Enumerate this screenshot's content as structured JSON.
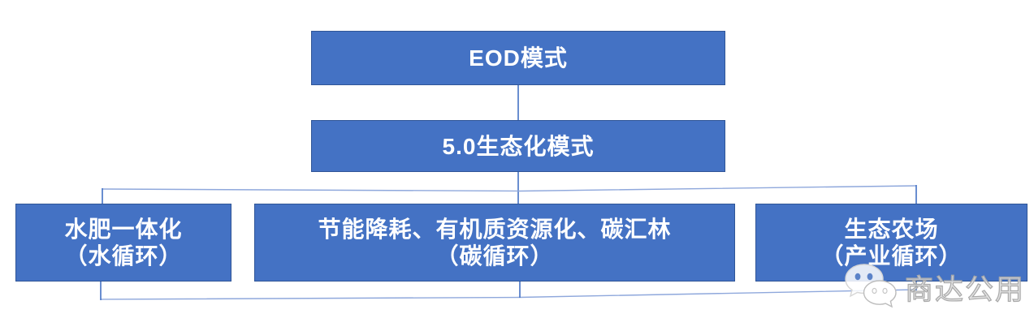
{
  "colors": {
    "box_fill": "#4472C4",
    "box_border": "#2F5597",
    "box_text": "#FFFFFF",
    "connector": "#4472C4",
    "connector_light": "#8FA8DC",
    "background": "#FFFFFF"
  },
  "diagram": {
    "root": {
      "label": "EOD模式"
    },
    "level2": {
      "label": "5.0生态化模式"
    },
    "children": [
      {
        "line1": "水肥一体化",
        "line2": "（水循环）"
      },
      {
        "line1": "节能降耗、有机质资源化、碳汇林",
        "line2": "（碳循环）"
      },
      {
        "line1": "生态农场",
        "line2": "（产业循环）"
      }
    ]
  },
  "watermark": {
    "icon": "wechat-icon",
    "text": "商达公用"
  }
}
